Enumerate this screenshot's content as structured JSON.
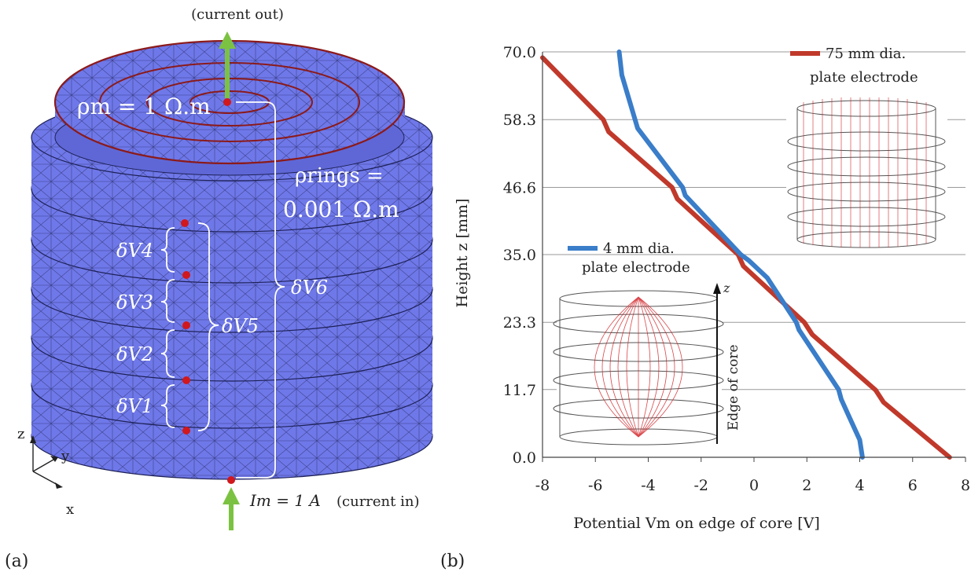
{
  "panel_a": {
    "caption": "(a)",
    "current_out": "(current  out)",
    "rho_m": "ρm = 1 Ω.m",
    "rho_rings_1": "ρrings =",
    "rho_rings_2": "0.001 Ω.m",
    "dv1": "δV1",
    "dv2": "δV2",
    "dv3": "δV3",
    "dv4": "δV4",
    "dv5": "δV5",
    "dv6": "δV6",
    "current_in_value": "Im = 1 A",
    "current_in_note": "(current in)",
    "axis_z": "z",
    "axis_y": "y",
    "axis_x": "x",
    "colors": {
      "mesh": "#6f78e8",
      "arrow": "#7cc242",
      "node": "#d0181d",
      "ring_edge": "#8b1a1a"
    }
  },
  "panel_b": {
    "caption": "(b)",
    "legend_red_1": "75 mm dia.",
    "legend_red_2": "plate electrode",
    "legend_blue_1": "4 mm dia.",
    "legend_blue_2": "plate electrode",
    "inset_label": "Edge of core",
    "inset_z": "z"
  },
  "chart_data": {
    "type": "line",
    "title": "",
    "xlabel": "Potential Vm on edge of core  [V]",
    "ylabel": "Height z [mm]",
    "xlim": [
      -8,
      8
    ],
    "ylim": [
      0,
      70
    ],
    "x_ticks": [
      "-8",
      "-6",
      "-4",
      "-2",
      "0",
      "2",
      "4",
      "6",
      "8"
    ],
    "y_ticks": [
      "0.0",
      "11.7",
      "23.3",
      "35.0",
      "46.6",
      "58.3",
      "70.0"
    ],
    "grid": "horizontal",
    "series": [
      {
        "name": "75 mm dia. plate electrode",
        "color": "#c0392b",
        "points": [
          [
            7.4,
            0
          ],
          [
            4.9,
            9.5
          ],
          [
            4.6,
            11.6
          ],
          [
            2.2,
            21.2
          ],
          [
            1.9,
            23.3
          ],
          [
            -0.4,
            33.0
          ],
          [
            -0.6,
            35.0
          ],
          [
            -2.9,
            44.6
          ],
          [
            -3.1,
            46.6
          ],
          [
            -5.5,
            56.2
          ],
          [
            -5.7,
            58.3
          ],
          [
            -8.0,
            69.0
          ]
        ]
      },
      {
        "name": "4 mm dia. plate electrode",
        "color": "#3a7dc9",
        "points": [
          [
            4.1,
            0
          ],
          [
            4.0,
            3.0
          ],
          [
            3.6,
            7.0
          ],
          [
            3.3,
            10.0
          ],
          [
            3.2,
            11.7
          ],
          [
            1.7,
            22.0
          ],
          [
            1.6,
            23.3
          ],
          [
            0.5,
            31.0
          ],
          [
            -0.2,
            34.0
          ],
          [
            -0.5,
            35.0
          ],
          [
            -2.6,
            45.2
          ],
          [
            -2.7,
            46.6
          ],
          [
            -4.4,
            56.8
          ],
          [
            -4.5,
            58.3
          ],
          [
            -5.0,
            66.0
          ],
          [
            -5.1,
            70.0
          ]
        ]
      }
    ]
  }
}
